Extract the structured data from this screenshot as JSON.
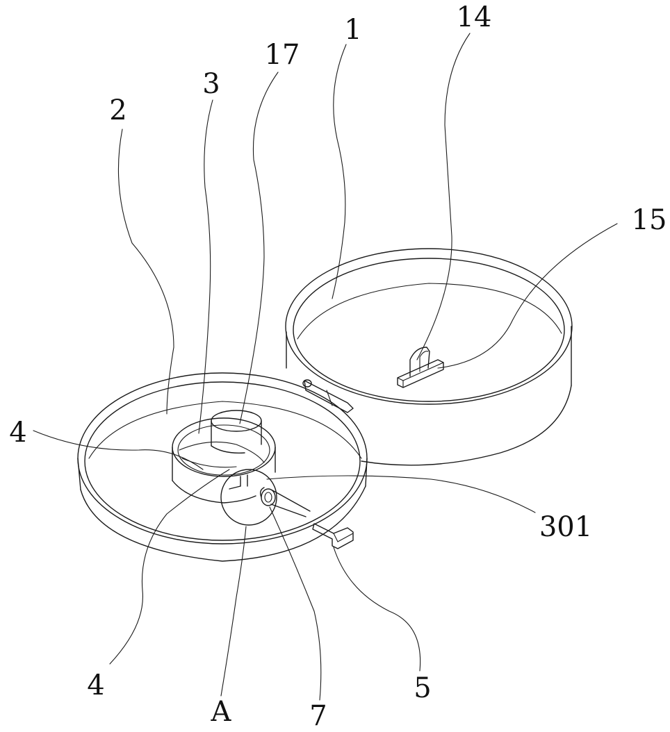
{
  "figure": {
    "labels": {
      "l1": "1",
      "l2": "2",
      "l3": "3",
      "l4_upper": "4",
      "l4_lower": "4",
      "l5": "5",
      "l7": "7",
      "l14": "14",
      "l15": "15",
      "l17": "17",
      "l301": "301",
      "lA": "A"
    }
  }
}
